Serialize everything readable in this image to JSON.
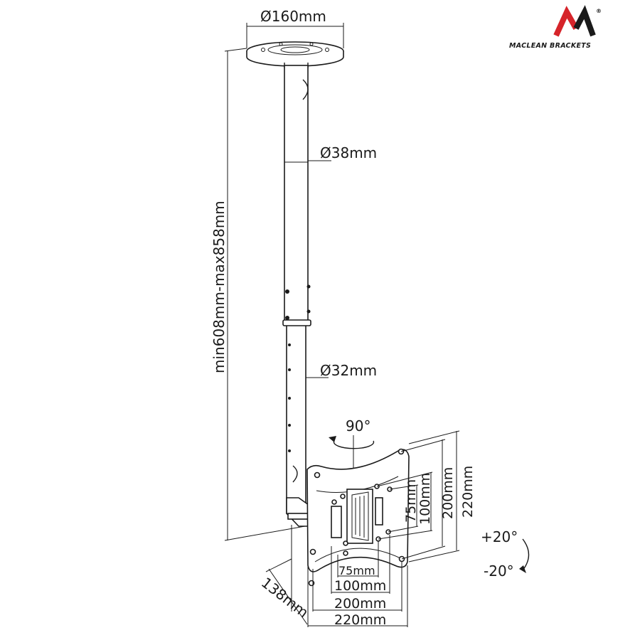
{
  "brand": {
    "name": "MACLEAN BRACKETS",
    "logo": "maclean-m-logo",
    "registered": "®",
    "colors": {
      "red": "#d6242a",
      "black": "#1a1a1a"
    }
  },
  "dimensions": {
    "plate_diameter": "Ø160mm",
    "upper_tube_diameter": "Ø38mm",
    "lower_tube_diameter": "Ø32mm",
    "height_range": "min608mm-max858mm",
    "swivel": "90°",
    "tilt_up": "+20°",
    "tilt_down": "-20°",
    "vesa_75_h": "75mm",
    "vesa_100_h": "100mm",
    "vesa_200_h": "200mm",
    "vesa_220_h": "220mm",
    "vesa_75_w": "75mm",
    "vesa_100_w": "100mm",
    "vesa_200_w": "200mm",
    "vesa_220_w": "220mm",
    "depth": "138mm"
  }
}
